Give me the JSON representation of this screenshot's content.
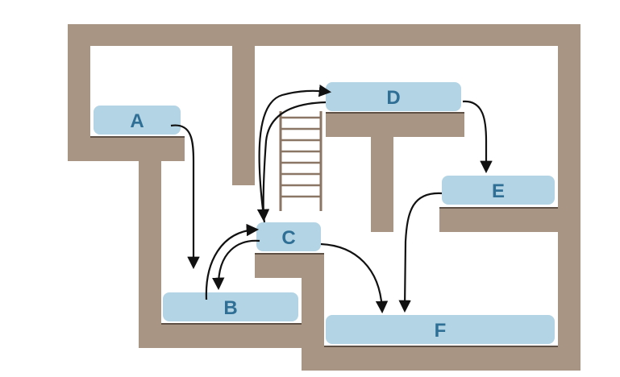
{
  "rooms": [
    {
      "id": "A",
      "label": "A"
    },
    {
      "id": "B",
      "label": "B"
    },
    {
      "id": "C",
      "label": "C"
    },
    {
      "id": "D",
      "label": "D"
    },
    {
      "id": "E",
      "label": "E"
    },
    {
      "id": "F",
      "label": "F"
    }
  ],
  "connections": [
    {
      "from": "A",
      "to": "B"
    },
    {
      "from": "C",
      "to": "B"
    },
    {
      "from": "B",
      "to": "C"
    },
    {
      "from": "C",
      "to": "D"
    },
    {
      "from": "D",
      "to": "C"
    },
    {
      "from": "D",
      "to": "E"
    },
    {
      "from": "C",
      "to": "F"
    },
    {
      "from": "E",
      "to": "F"
    }
  ],
  "colors": {
    "wall": "#a89584",
    "room_fill": "#b3d4e4",
    "room_label": "#2f6f96",
    "arrow": "#111111"
  }
}
